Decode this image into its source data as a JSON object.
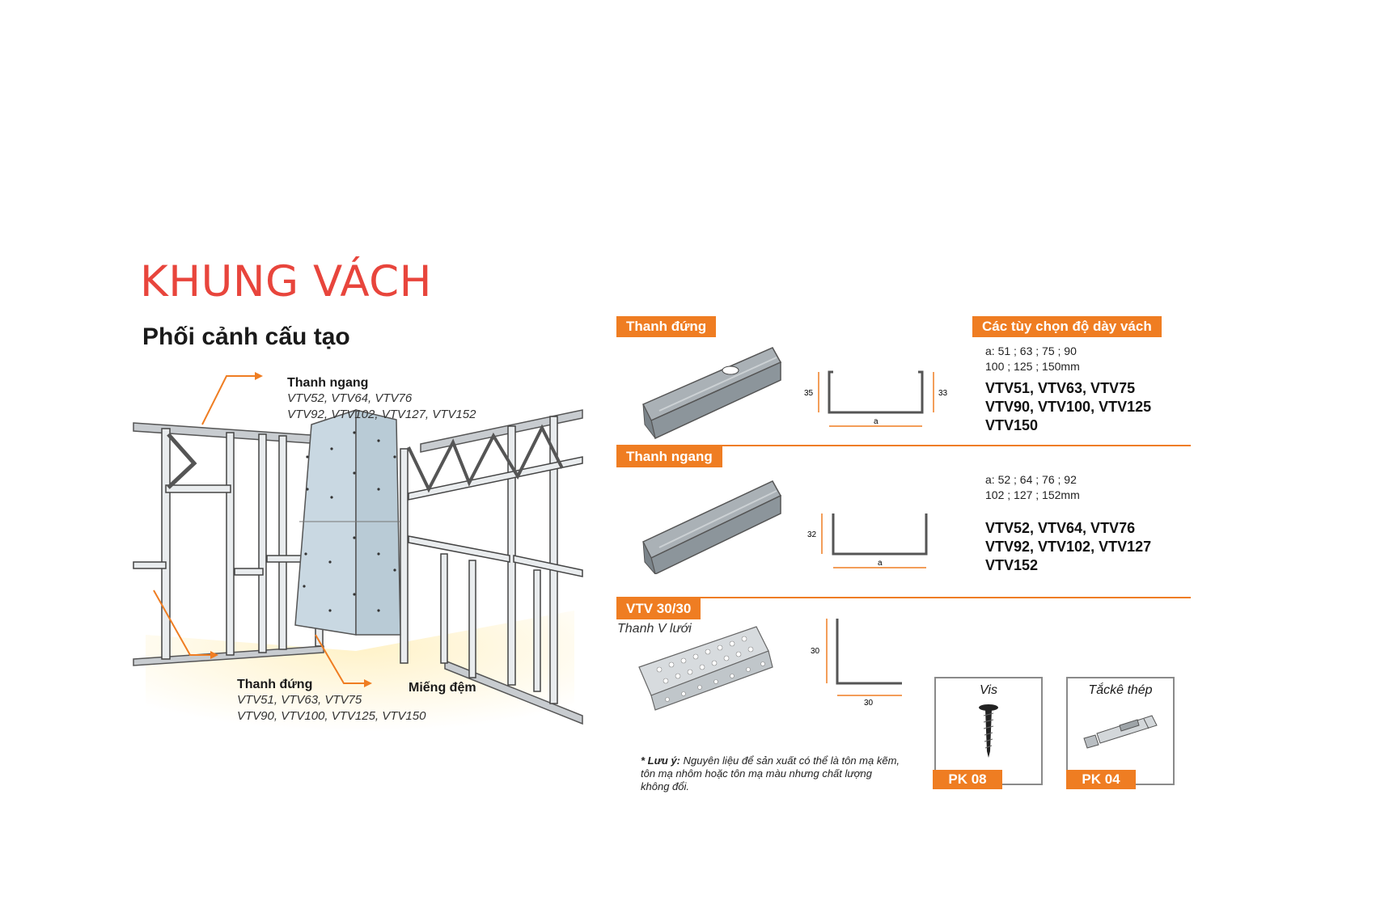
{
  "header": {
    "title": "KHUNG VÁCH",
    "subtitle": "Phối cảnh cấu tạo"
  },
  "perspective": {
    "top_rail": {
      "name": "Thanh ngang",
      "line1": "VTV52, VTV64, VTV76",
      "line2": "VTV92, VTV102, VTV127, VTV152"
    },
    "stud": {
      "name": "Thanh đứng",
      "line1": "VTV51, VTV63, VTV75",
      "line2": "VTV90, VTV100, VTV125, VTV150"
    },
    "spacer": {
      "name": "Miếng đệm"
    }
  },
  "spec": {
    "stud": {
      "tag": "Thanh đứng",
      "dims": {
        "left": "35",
        "right": "33",
        "bottom": "a"
      },
      "a_line1": "a: 51 ; 63 ; 75 ; 90",
      "a_line2": "100 ; 125 ; 150mm",
      "codes_line1": "VTV51, VTV63, VTV75",
      "codes_line2": "VTV90, VTV100, VTV125",
      "codes_line3": "VTV150"
    },
    "options_tag": "Các tùy chọn độ dày vách",
    "track": {
      "tag": "Thanh ngang",
      "dims": {
        "left": "32",
        "bottom": "a"
      },
      "a_line1": "a: 52 ; 64 ; 76 ; 92",
      "a_line2": "102 ; 127 ; 152mm",
      "codes_line1": "VTV52, VTV64, VTV76",
      "codes_line2": "VTV92, VTV102, VTV127",
      "codes_line3": "VTV152"
    },
    "angle": {
      "tag": "VTV 30/30",
      "name": "Thanh V lưới",
      "dims": {
        "left": "30",
        "bottom": "30"
      }
    },
    "accessories": [
      {
        "name": "Vis",
        "code": "PK 08",
        "icon": "screw-icon"
      },
      {
        "name": "Tắckê thép",
        "code": "PK 04",
        "icon": "anchor-bolt-icon"
      }
    ],
    "note": {
      "lead": "* Lưu ý:",
      "line1": " Nguyên liệu để sản xuất có thể là tôn mạ kẽm,",
      "line2": "tôn mạ nhôm hoặc tôn mạ màu nhưng chất lượng",
      "line3": "không đổi."
    }
  },
  "colors": {
    "accent": "#ef7d22",
    "title": "#e8453c",
    "steel": "#9aa2a8",
    "board": "#c9d8e2"
  }
}
